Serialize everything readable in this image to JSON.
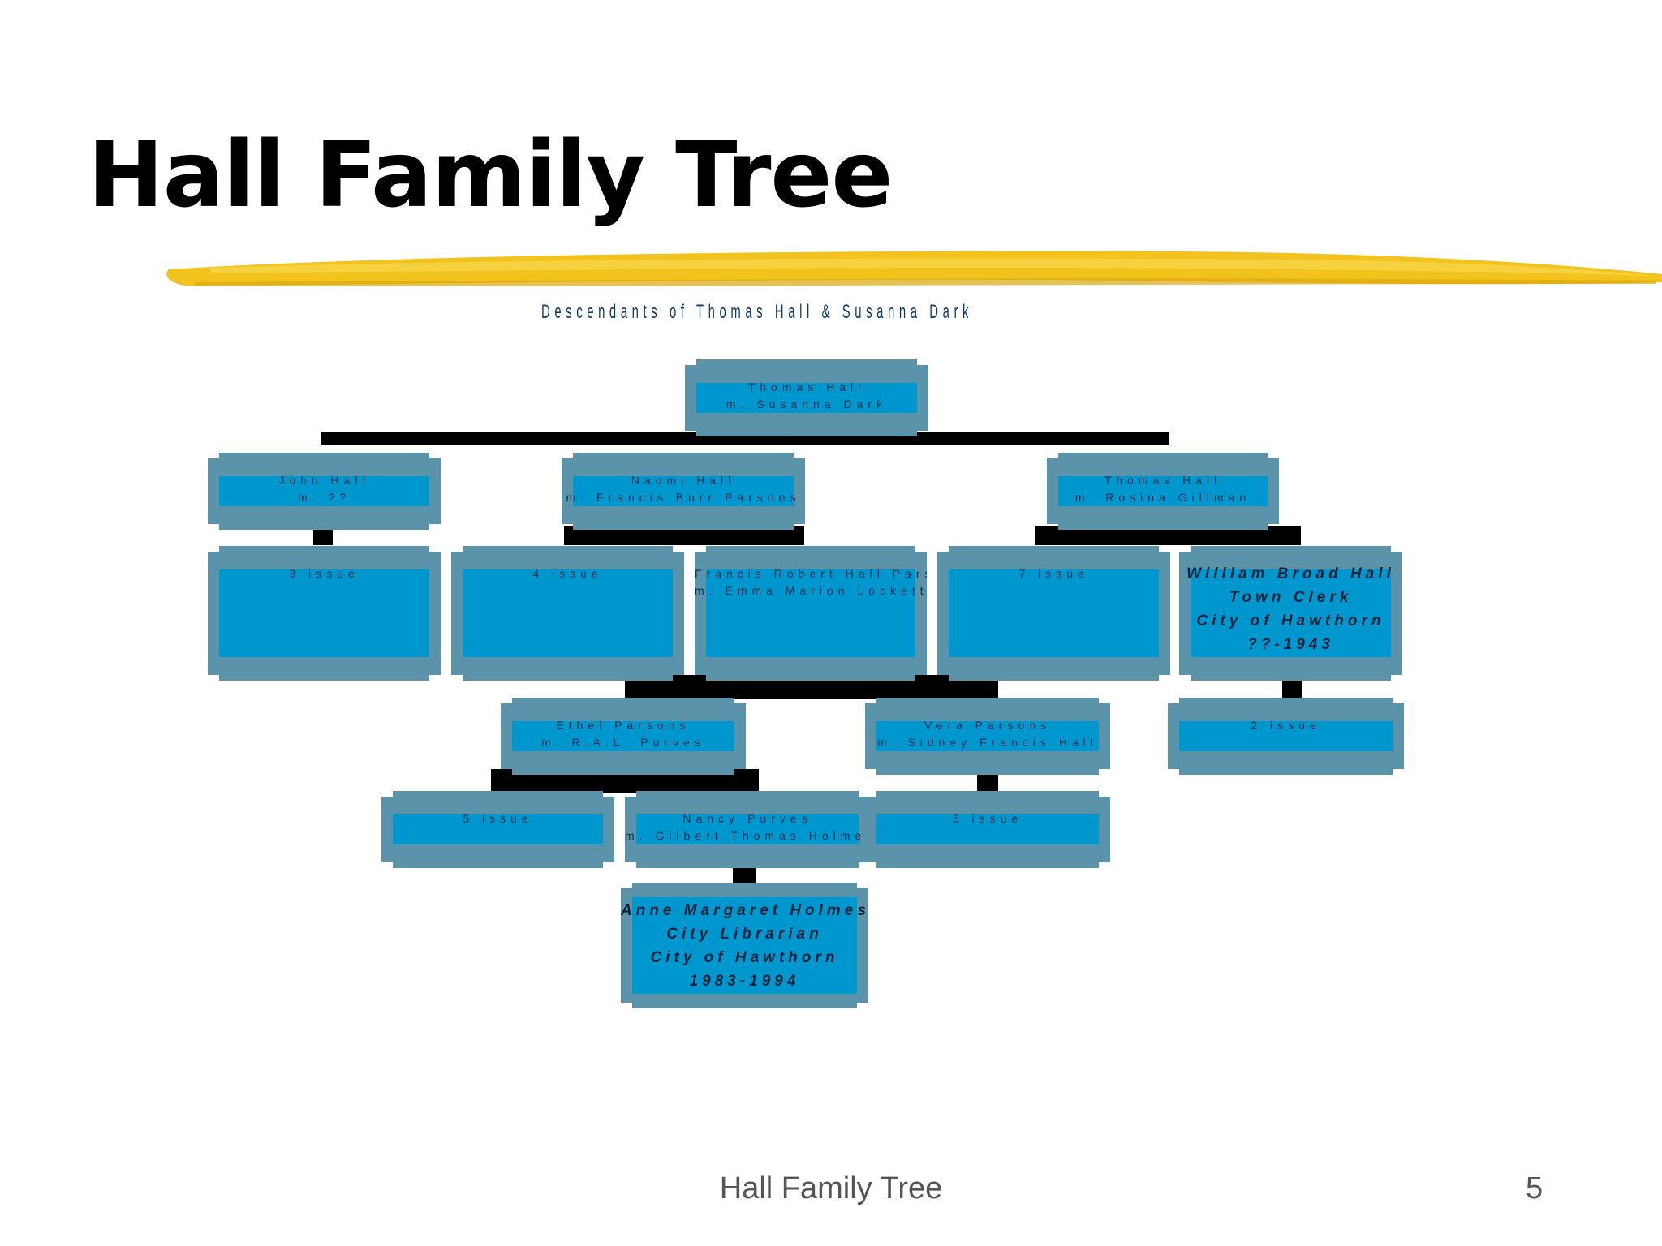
{
  "slide": {
    "title": "Hall Family Tree",
    "subtitle": "Descendants of Thomas Hall & Susanna Dark",
    "footer": "Hall Family Tree",
    "page_number": "5"
  },
  "colors": {
    "node_outer": "#5b94aa",
    "node_inner": "#0097cf",
    "connector": "#000000",
    "accent_stroke": "#f2c31c"
  },
  "nodes": {
    "root": [
      "Thomas Hall",
      "m. Susanna Dark"
    ],
    "john": [
      "John Hall",
      "m. ??"
    ],
    "naomi": [
      "Naomi Hall",
      "m. Francis Burr Parsons"
    ],
    "thomas2": [
      "Thomas Hall",
      "m. Rosina Gillman"
    ],
    "john_issue": [
      "3 issue"
    ],
    "naomi_issue": [
      "4 issue"
    ],
    "francis": [
      "Francis Robert Hall Parsons",
      "m. Emma Marion Lockett"
    ],
    "thomas2_issue": [
      "7 issue"
    ],
    "william": [
      "William Broad Hall",
      "Town Clerk",
      "City of Hawthorn",
      "??-1943"
    ],
    "ethel": [
      "Ethel Parsons",
      "m. R.A.L. Purves"
    ],
    "vera": [
      "Vera Parsons",
      "m. Sidney Francis Hall"
    ],
    "william_issue": [
      "2 issue"
    ],
    "ethel_issue": [
      "5 issue"
    ],
    "nancy": [
      "Nancy Purves",
      "m. Gilbert Thomas Holmes"
    ],
    "vera_issue": [
      "5 issue"
    ],
    "anne": [
      "Anne Margaret Holmes",
      "City Librarian",
      "City of Hawthorn",
      "1983-1994"
    ]
  }
}
